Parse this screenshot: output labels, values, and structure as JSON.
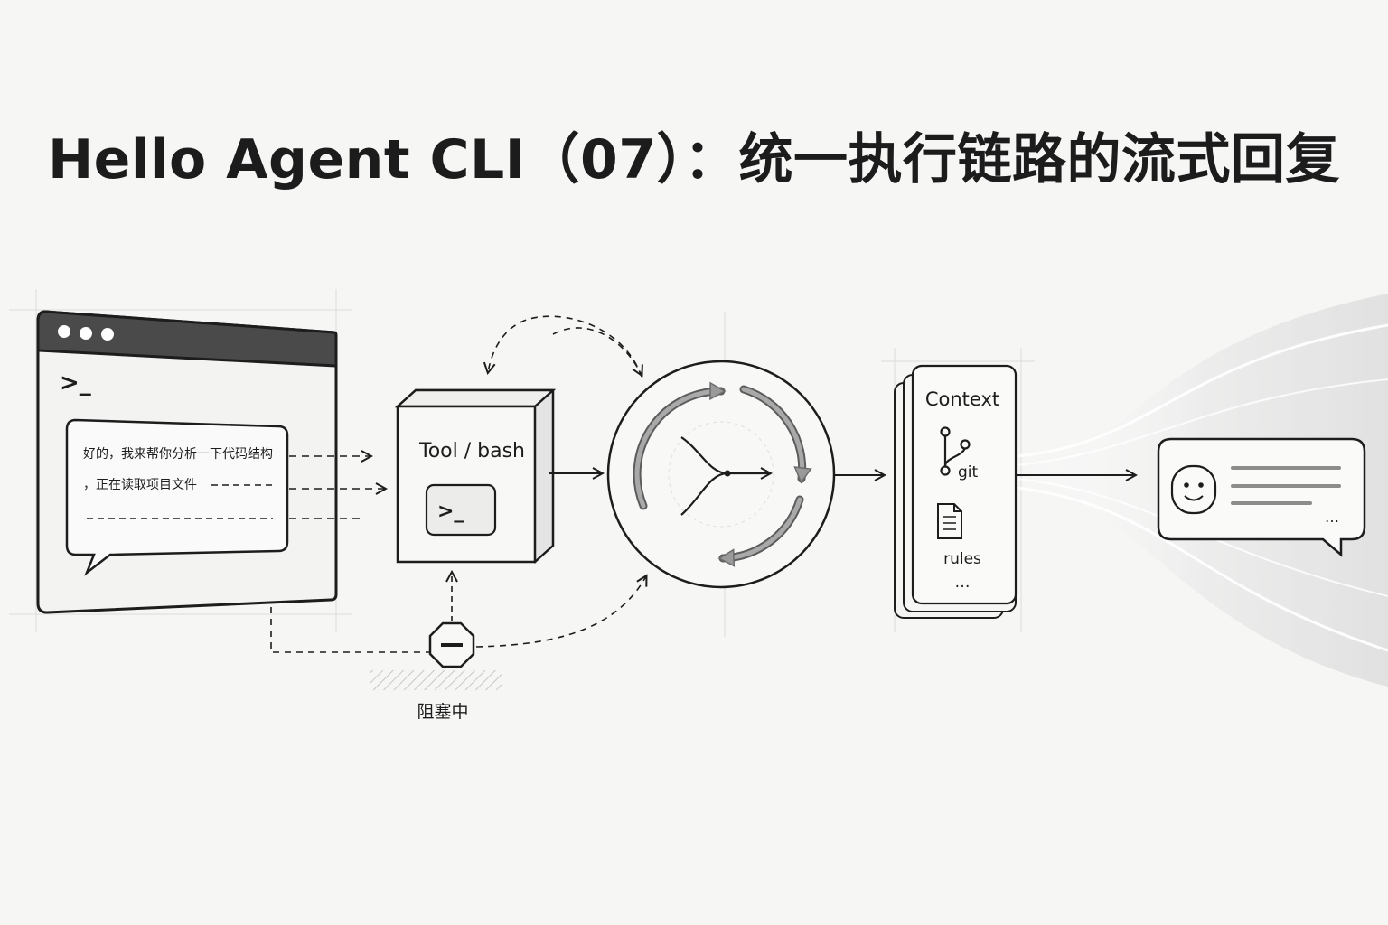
{
  "title": "Hello Agent CLI（07）：统一执行链路的流式回复",
  "terminal_window": {
    "prompt_symbol": ">_",
    "chat_bubble": {
      "line1": "好的，我来帮你分析一下代码结构",
      "line2": "，正在读取项目文件"
    }
  },
  "tool_box": {
    "label": "Tool / bash",
    "prompt_symbol": ">_"
  },
  "blocking": {
    "label": "阻塞中"
  },
  "context_stack": {
    "title": "Context",
    "items": [
      "git",
      "rules"
    ],
    "ellipsis": "…"
  },
  "reply_bubble": {
    "ellipsis": "…"
  },
  "colors": {
    "stroke": "#1d1d1d",
    "loop_arrows": "#8a8a8a",
    "window_bar": "#4a4a4a",
    "background": "#f6f6f5"
  },
  "icons": [
    "terminal-prompt-icon",
    "git-branch-icon",
    "document-icon",
    "smiley-icon",
    "stop-sign-icon",
    "merge-arrow-icon"
  ]
}
